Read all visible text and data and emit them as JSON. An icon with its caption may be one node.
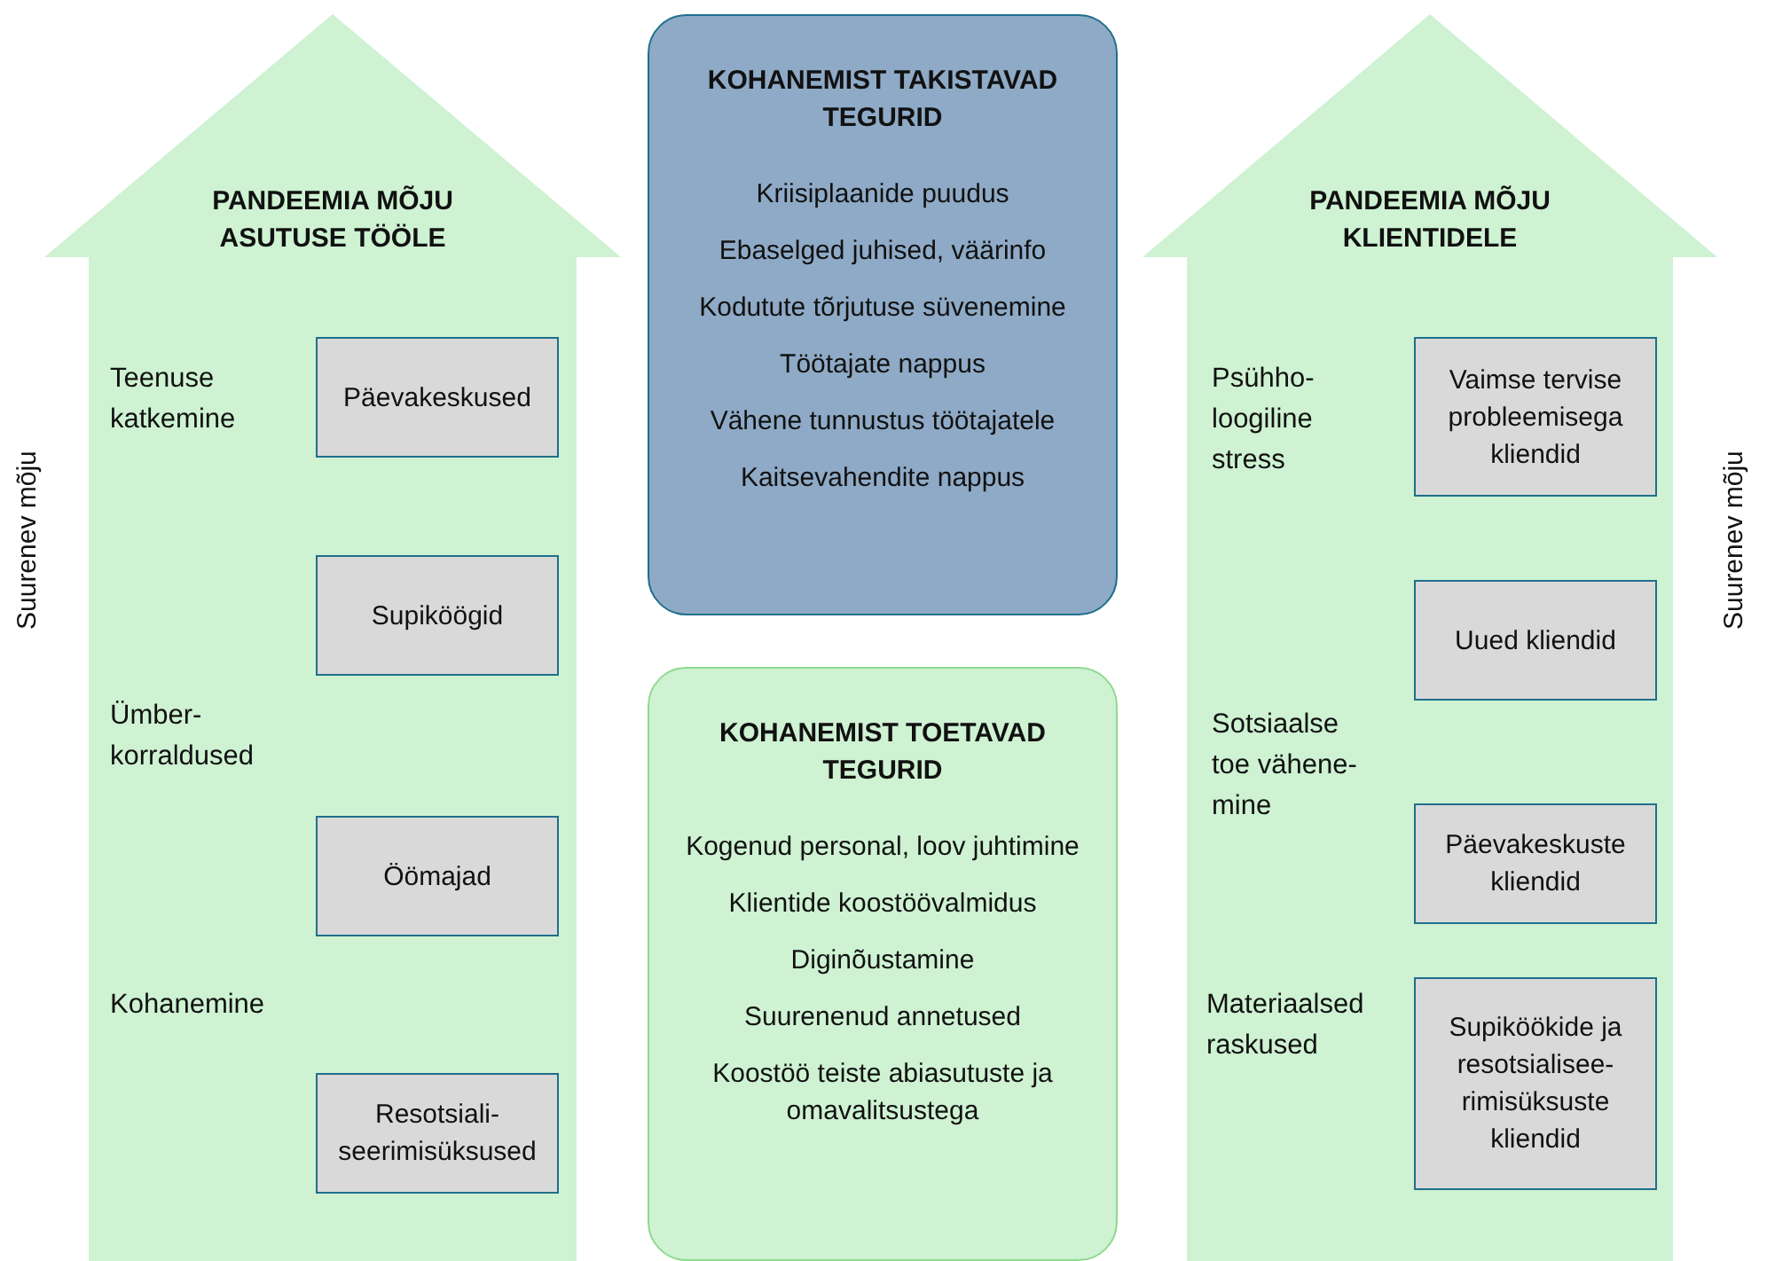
{
  "diagram": {
    "nodes": [
      {
        "text": [
          "PANDEEMIA MÕJU ASUTUSE TÖÖLE"
        ]
      },
      {
        "text": [
          "Päevakeskused"
        ],
        "in": 0
      },
      {
        "text": [
          "Supiköögid"
        ],
        "in": 0
      },
      {
        "text": [
          "Öömajad"
        ],
        "in": 0
      },
      {
        "text": [
          "Resotsiali-seerimisüksused"
        ],
        "in": 0
      },
      {
        "text": [
          "KOHANEMIST TAKISTAVAD TEGURID",
          "Kriisiplaanide puudus",
          "Ebaselged juhised, väärinfo",
          "Kodutute tõrjutuse süvenemine",
          "Töötajate nappus",
          "Vähene tunnustus töötajatele",
          "Kaitsevahendite nappus"
        ]
      },
      {
        "text": [
          "KOHANEMIST TOETAVAD TEGURID",
          "Kogenud personal, loov juhtimine",
          "Klientide koostöövalmidus",
          "Diginõustamine",
          "Suurenenud annetused",
          "Koostöö teiste abiasutuste ja omavalitsustega"
        ]
      },
      {
        "text": [
          "PANDEEMIA MÕJU KLIENTIDELE"
        ]
      },
      {
        "text": [
          "Vaimse tervise probleemisega kliendid"
        ],
        "in": 7
      },
      {
        "text": [
          "Uued kliendid"
        ],
        "in": 7
      },
      {
        "text": [
          "Päevakeskuste kliendid"
        ],
        "in": 7
      },
      {
        "text": [
          "Supiköökide ja resotsialisee-rimisüksuste kliendid"
        ],
        "in": 7
      }
    ],
    "labels": [
      "Suurenev mõju",
      "Teenuse katkemine",
      "Ümber-korraldused",
      "Kohanemine",
      "Psühho-loogiline stress",
      "Sotsiaalse toe vähene-mine",
      "Materiaalsed raskused",
      "Suurenev mõju"
    ]
  }
}
